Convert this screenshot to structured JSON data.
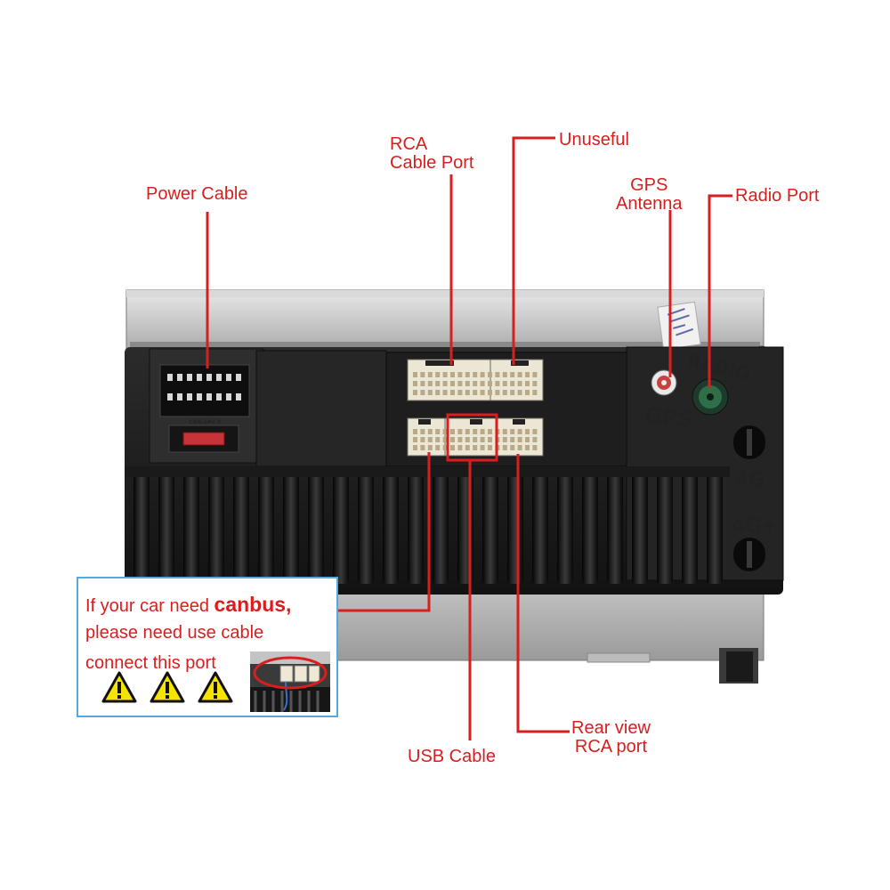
{
  "labels": {
    "power_cable": "Power Cable",
    "rca_cable_port": [
      "RCA",
      "Cable Port"
    ],
    "unuseful": "Unuseful",
    "gps_antenna": [
      "GPS",
      "Antenna"
    ],
    "radio_port": "Radio Port",
    "usb_cable": "USB Cable",
    "rear_view_rca_port": [
      "Rear view",
      "RCA port"
    ]
  },
  "unit_markings": {
    "radio": "RADIO",
    "gps": "GPS",
    "four_g": "4G",
    "four_g_plus": "4G+",
    "fuse_text": "CAN-24V 0"
  },
  "canbus_note": {
    "line1_prefix": "If your car need ",
    "line1_bold": "canbus,",
    "line2": "please need use cable",
    "line3": "connect this port",
    "warning_count": 3
  },
  "colors": {
    "callout_red": "#d81e1e",
    "box_border": "#57a9dd",
    "warning_yellow": "#f5e400"
  }
}
